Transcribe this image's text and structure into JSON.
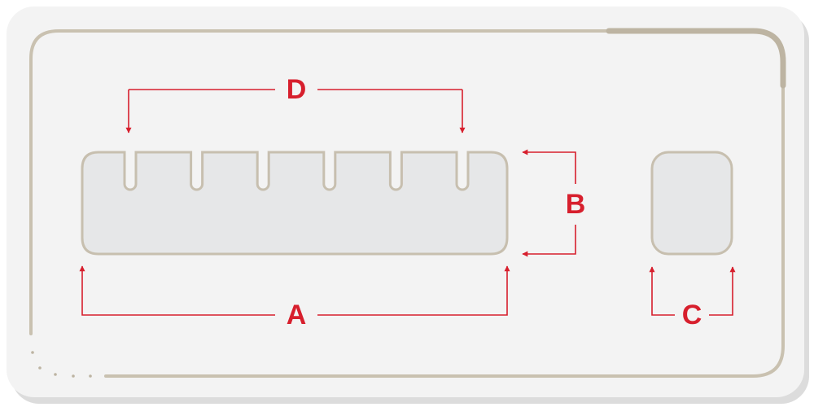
{
  "colors": {
    "card_face": "#f3f3f3",
    "card_shadow": "#dcdcdc",
    "frame_stroke": "#c9c1b0",
    "frame_stroke_dark": "#bdb4a2",
    "part_fill": "#e6e7e8",
    "part_stroke": "#c7bfaf",
    "dimension_red": "#d71f2d"
  },
  "dimensions": {
    "a": {
      "label": "A"
    },
    "b": {
      "label": "B"
    },
    "c": {
      "label": "C"
    },
    "d": {
      "label": "D"
    }
  },
  "parts": {
    "slotted_strip": {
      "slot_count": 6
    },
    "small_tile": {}
  }
}
